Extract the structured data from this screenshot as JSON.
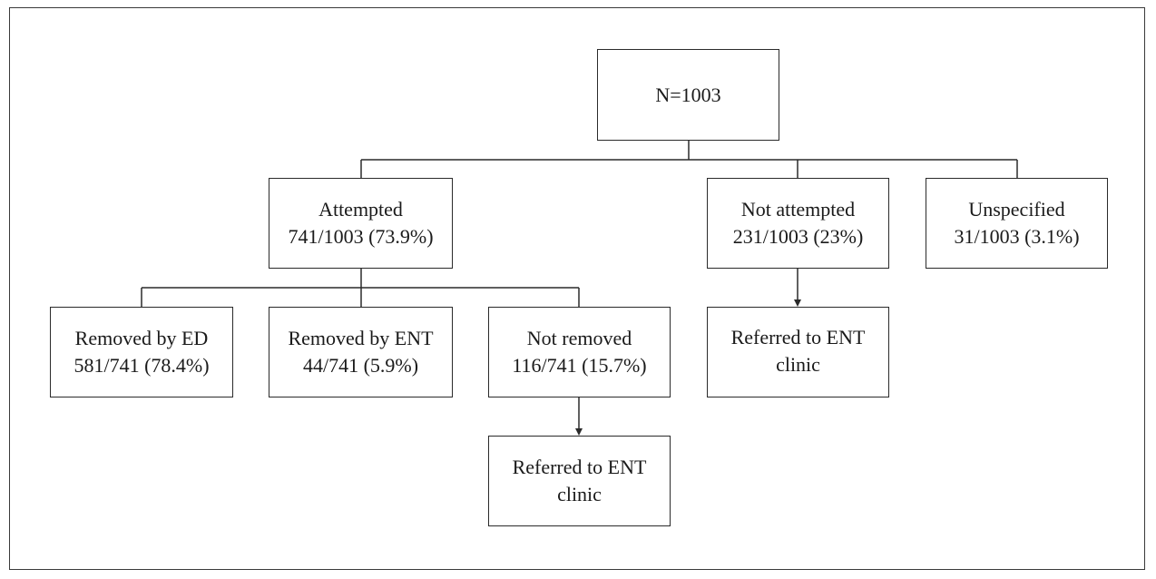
{
  "root": {
    "label": "N=1003"
  },
  "attempted": {
    "label": "Attempted",
    "value": "741/1003 (73.9%)"
  },
  "not_attempted": {
    "label": "Not attempted",
    "value": "231/1003 (23%)"
  },
  "unspecified": {
    "label": "Unspecified",
    "value": "31/1003 (3.1%)"
  },
  "removed_ed": {
    "label": "Removed by ED",
    "value": "581/741 (78.4%)"
  },
  "removed_ent": {
    "label": "Removed by ENT",
    "value": "44/741 (5.9%)"
  },
  "not_removed": {
    "label": "Not removed",
    "value": "116/741 (15.7%)"
  },
  "referred_from_not_removed": {
    "line1": "Referred to ENT",
    "line2": "clinic"
  },
  "referred_from_not_attempted": {
    "line1": "Referred to ENT",
    "line2": "clinic"
  },
  "colors": {
    "line": "#2a2a2a",
    "border": "#2a2a2a",
    "background": "#ffffff"
  }
}
